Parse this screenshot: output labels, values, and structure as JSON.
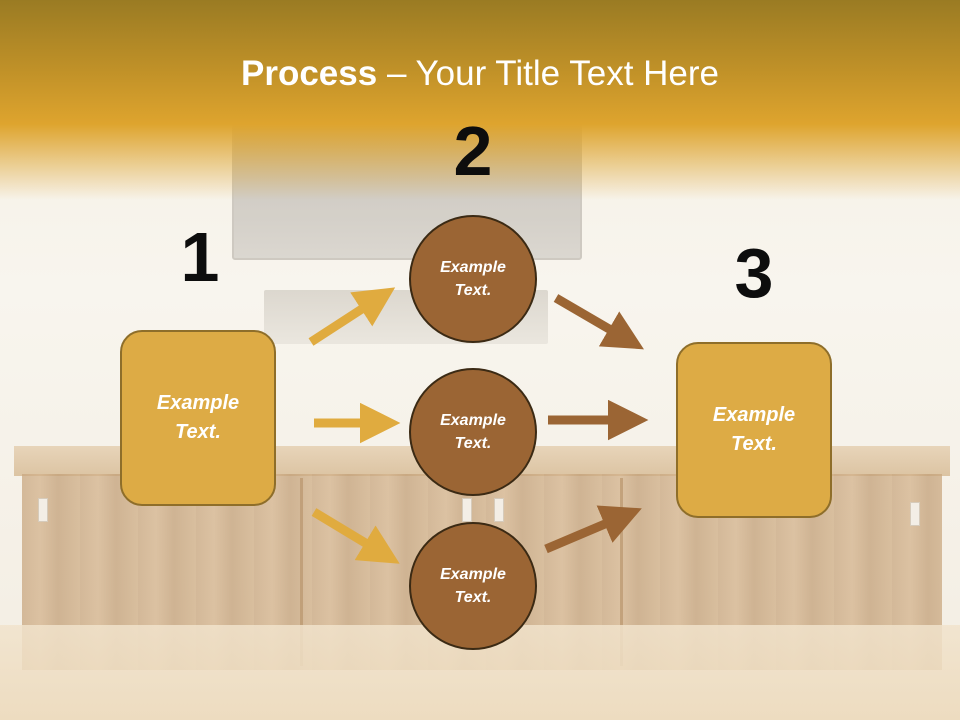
{
  "title": {
    "bold": "Process",
    "rest": " – Your Title Text Here"
  },
  "steps": {
    "one": {
      "number": "1",
      "text": "Example\nText."
    },
    "two": {
      "number": "2",
      "circles": [
        "Example\nText.",
        "Example\nText.",
        "Example\nText."
      ]
    },
    "three": {
      "number": "3",
      "text": "Example\nText."
    }
  },
  "colors": {
    "header": "#dea42e",
    "box_fill": "#ddab45",
    "circle_fill": "#9b6534",
    "arrow_left": "#e0ab3f",
    "arrow_right": "#9b6534"
  }
}
